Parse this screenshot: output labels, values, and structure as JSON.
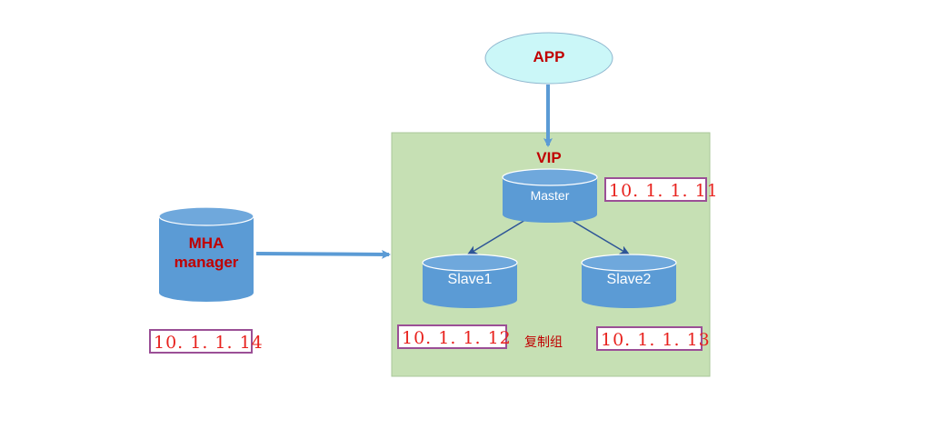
{
  "diagram": {
    "app": {
      "label": "APP",
      "fill": "#cbf7f8",
      "text_color": "#c00000"
    },
    "vip": {
      "label": "VIP",
      "text_color": "#c00000"
    },
    "group": {
      "label": "复制组",
      "fill": "#c6e0b4",
      "text_color": "#c00000"
    },
    "nodes": {
      "manager": {
        "label_line1": "MHA",
        "label_line2": "manager",
        "ip": "10. 1. 1. 14"
      },
      "master": {
        "label": "Master",
        "ip": "10. 1. 1. 11"
      },
      "slave1": {
        "label": "Slave1",
        "ip": "10. 1. 1. 12"
      },
      "slave2": {
        "label": "Slave2",
        "ip": "10. 1. 1. 13"
      }
    },
    "colors": {
      "cylinder": "#5b9bd5",
      "cylinder_top": "#6fa8dc",
      "arrow": "#5b9bd5",
      "edge": "#2e5597",
      "ip_border": "#9b4f96",
      "ip_text": "#e8231f"
    }
  }
}
